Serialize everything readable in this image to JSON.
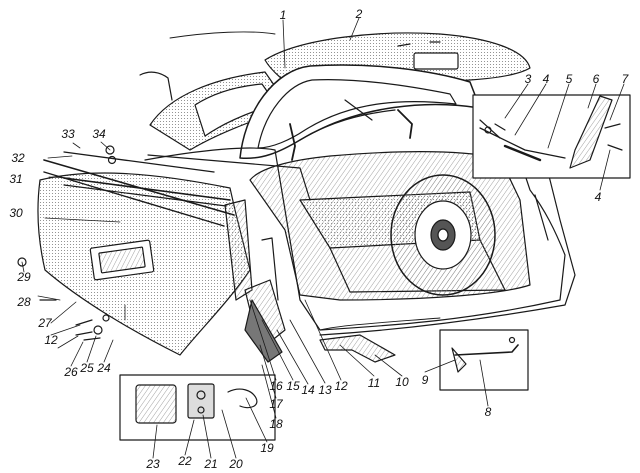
{
  "colors": {
    "ink": "#1a1a1a",
    "hatch": "#9a9a9a",
    "paper": "#ffffff"
  },
  "callouts": {
    "c1": "1",
    "c2": "2",
    "c3": "3",
    "c4a": "4",
    "c4b": "4",
    "c5": "5",
    "c6": "6",
    "c7": "7",
    "c8": "8",
    "c9": "9",
    "c10": "10",
    "c11": "11",
    "c12a": "12",
    "c12b": "12",
    "c13": "13",
    "c14": "14",
    "c15": "15",
    "c16": "16",
    "c17": "17",
    "c18": "18",
    "c19": "19",
    "c20": "20",
    "c21": "21",
    "c22": "22",
    "c23": "23",
    "c24": "24",
    "c25": "25",
    "c26": "26",
    "c27": "27",
    "c28": "28",
    "c29": "29",
    "c30": "30",
    "c31": "31",
    "c32": "32",
    "c33": "33",
    "c34": "34"
  }
}
